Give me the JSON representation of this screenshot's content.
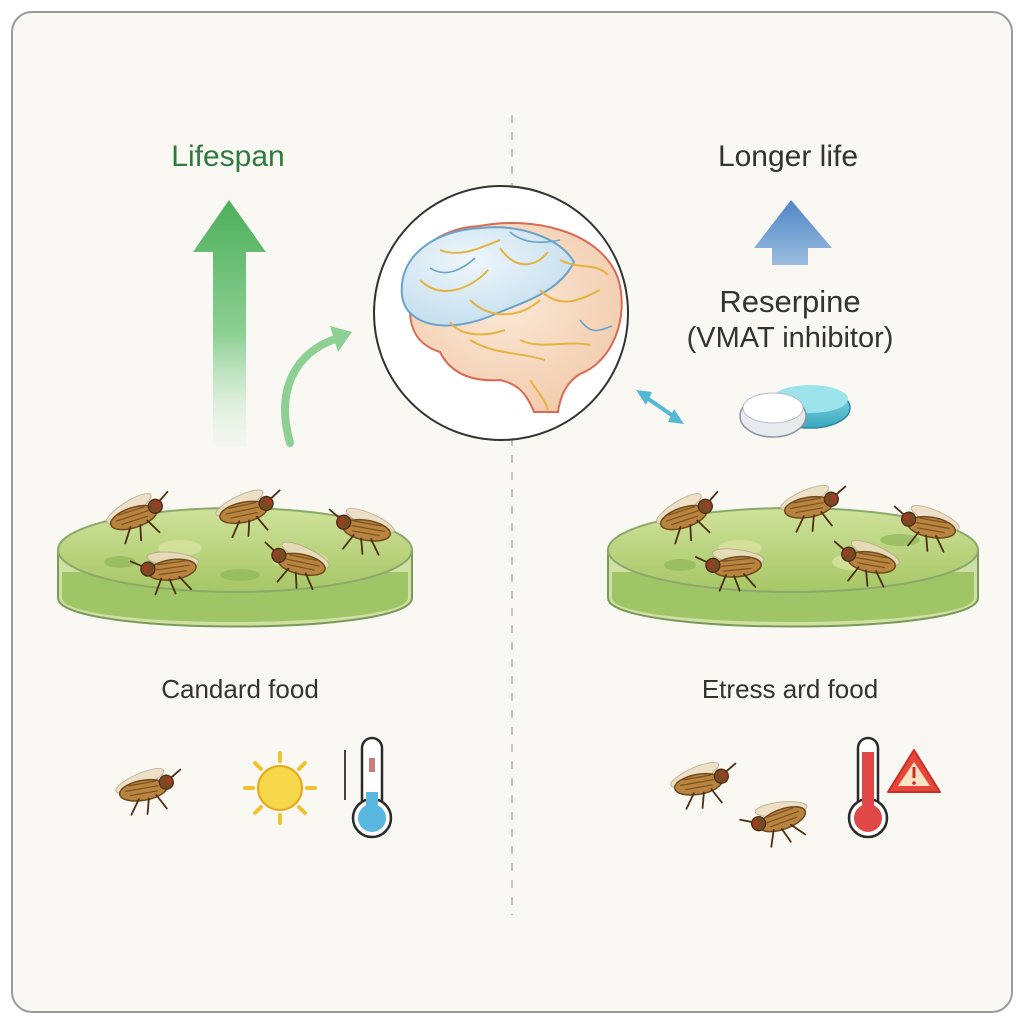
{
  "left_panel": {
    "arrow_label": "Lifespan",
    "food_label": "Candard food",
    "arrow_color": "#5cb86e"
  },
  "right_panel": {
    "arrow_label": "Longer life",
    "drug_name": "Reserpine",
    "drug_description": "(VMAT inhibitor)",
    "food_label": "Etress ard food",
    "arrow_color": "#5b8fc9"
  },
  "center": {
    "icon": "brain-icon"
  },
  "icons": [
    "fly-icon",
    "sun-icon",
    "thermometer-cool-icon",
    "thermometer-hot-icon",
    "warning-icon",
    "pill-icon",
    "brain-icon"
  ],
  "colors": {
    "background": "#f9f8f3",
    "food_green": "#a8c868",
    "thermo_cool": "#59b7e0",
    "thermo_hot": "#e04848",
    "warning": "#e8453a"
  }
}
